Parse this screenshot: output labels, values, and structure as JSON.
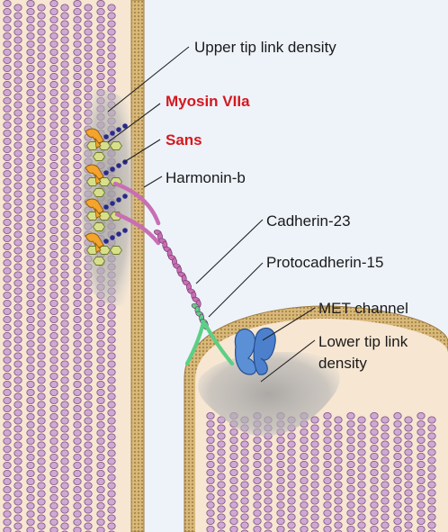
{
  "labels": {
    "upper_density": "Upper tip link density",
    "myosin": "Myosin VIIa",
    "sans": "Sans",
    "harmonin": "Harmonin-b",
    "cadherin23": "Cadherin-23",
    "protocadherin15": "Protocadherin-15",
    "met_channel": "MET channel",
    "lower_density_line1": "Lower tip link",
    "lower_density_line2": "density"
  },
  "colors": {
    "highlight_label": "#d6181e",
    "text": "#1a1a1a",
    "actin": "#cfa8d4",
    "actin_outline": "#7a4f80",
    "cytoplasm": "#f6e6d2",
    "membrane": "#c9a96a",
    "density": "#bdbdbd",
    "myosin": "#f4a42c",
    "harmonin_domains": "#d8df8a",
    "sans_beads": "#2a2a8c",
    "cadherin23": "#c86fb4",
    "protocadherin15": "#5ccf86",
    "met_channel": "#5b8fd6",
    "outside_bg": "#eef3fa"
  }
}
